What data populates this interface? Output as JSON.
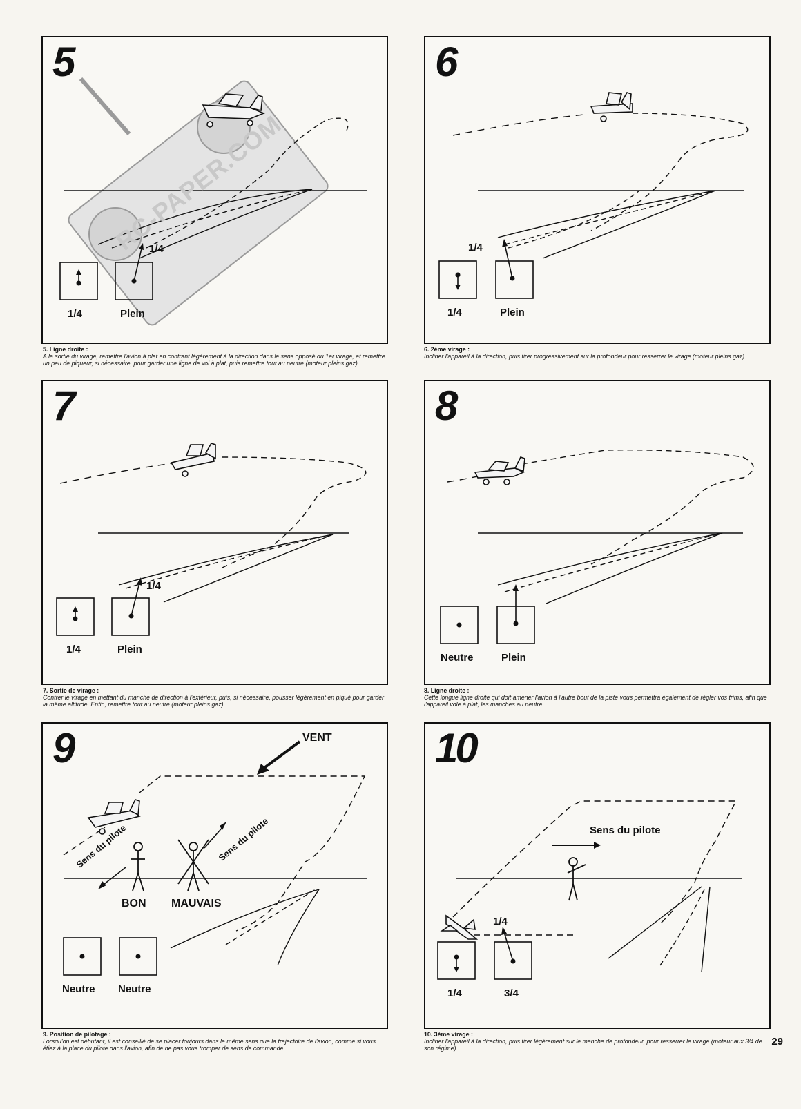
{
  "page_number": "29",
  "watermark": "RC-PAPER.COM",
  "panels": {
    "p5": {
      "number": "5",
      "label_left": "1/4",
      "label_right": "Plein",
      "arrow_label": "1/4",
      "caption_title": "5. Ligne droite :",
      "caption_text": "A la sortie du virage, remettre l'avion à plat en contrant légèrement à la direction dans le sens opposé du 1er virage, et remettre un peu de piqueur, si nécessaire, pour garder une ligne de vol à plat, puis remettre tout au neutre (moteur pleins gaz)."
    },
    "p6": {
      "number": "6",
      "label_left": "1/4",
      "label_right": "Plein",
      "arrow_label": "1/4",
      "caption_title": "6. 2ème virage :",
      "caption_text": "Incliner l'appareil à la direction, puis tirer progressivement sur la profondeur pour resserrer le virage (moteur pleins gaz)."
    },
    "p7": {
      "number": "7",
      "label_left": "1/4",
      "label_right": "Plein",
      "arrow_label": "1/4",
      "caption_title": "7. Sortie de virage :",
      "caption_text": "Contrer le virage en mettant du manche de direction à l'extérieur, puis, si nécessaire, pousser légèrement en piqué pour garder la même altitude. Enfin, remettre tout au neutre (moteur pleins gaz)."
    },
    "p8": {
      "number": "8",
      "label_left": "Neutre",
      "label_right": "Plein",
      "caption_title": "8. Ligne droite :",
      "caption_text": "Cette longue ligne droite qui doit amener l'avion à l'autre bout de la piste vous permettra également de régler vos trims, afin que l'appareil vole à plat, les manches au neutre."
    },
    "p9": {
      "number": "9",
      "label_left": "Neutre",
      "label_right": "Neutre",
      "wind": "VENT",
      "good": "BON",
      "bad": "MAUVAIS",
      "pilot_dir_left": "Sens du pilote",
      "pilot_dir_right": "Sens du pilote",
      "caption_title": "9. Position de pilotage :",
      "caption_text": "Lorsqu'on est débutant, il est conseillé de se placer toujours dans le même sens que la trajectoire de l'avion, comme si vous étiez à la place du pilote dans l'avion, afin de ne pas vous tromper de sens de commande."
    },
    "p10": {
      "number": "10",
      "label_left": "1/4",
      "label_right": "3/4",
      "arrow_label": "1/4",
      "pilot_dir": "Sens du pilote",
      "caption_title": "10. 3ème virage :",
      "caption_text": "Incliner l'appareil à la direction, puis tirer légèrement sur le manche de profondeur, pour resserrer le virage (moteur aux 3/4 de son régime)."
    }
  }
}
